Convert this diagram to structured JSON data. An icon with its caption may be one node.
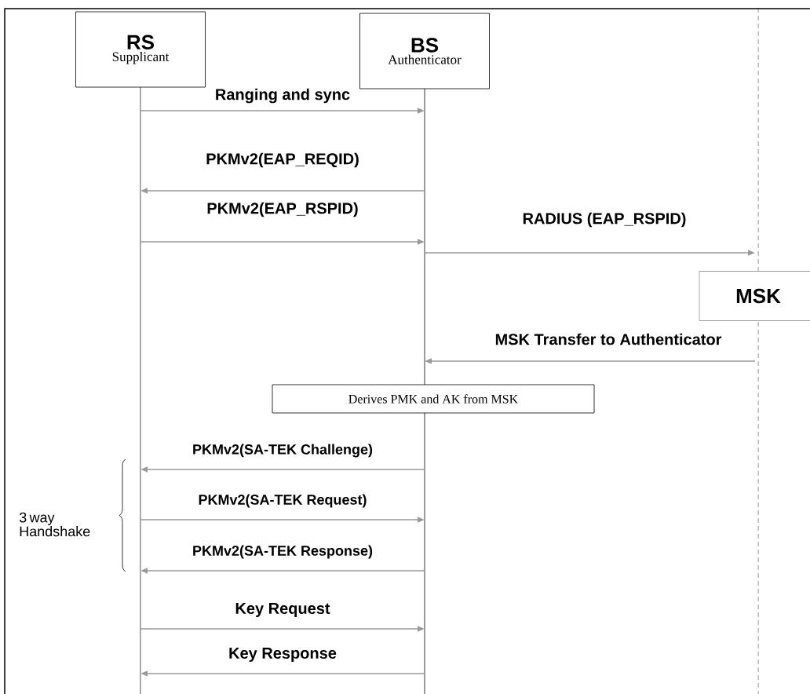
{
  "diagram": {
    "nodes": [
      {
        "text": [
          "RS",
          "Supplicant"
        ]
      },
      {
        "text": [
          "BS",
          "Authenticator"
        ]
      },
      {
        "text": [
          "MSK"
        ]
      },
      {
        "text": [
          "Derives PMK and AK from MSK"
        ]
      }
    ],
    "edges": [
      {
        "from": 0,
        "to": 1,
        "arrow": "to",
        "label": "Ranging and sync"
      },
      {
        "from": 1,
        "to": 0,
        "arrow": "to",
        "label": "PKMv2(EAP_REQID)"
      },
      {
        "from": 0,
        "to": 1,
        "arrow": "to",
        "label": "PKMv2(EAP_RSPID)"
      },
      {
        "from": 1,
        "to": null,
        "arrow": "to",
        "label": "RADIUS (EAP_RSPID)"
      },
      {
        "from": null,
        "to": 1,
        "arrow": "to",
        "label": "MSK Transfer to Authenticator"
      },
      {
        "from": 1,
        "to": 0,
        "arrow": "to",
        "label": "PKMv2(SA-TEK Challenge)"
      },
      {
        "from": 0,
        "to": 1,
        "arrow": "to",
        "label": "PKMv2(SA-TEK Request)"
      },
      {
        "from": 1,
        "to": 0,
        "arrow": "to",
        "label": "PKMv2(SA-TEK Response)"
      },
      {
        "from": 0,
        "to": 1,
        "arrow": "to",
        "label": "Key Request"
      },
      {
        "from": 1,
        "to": 0,
        "arrow": "to",
        "label": "Key Response"
      }
    ],
    "labels": [
      "3 way Handshake"
    ]
  }
}
